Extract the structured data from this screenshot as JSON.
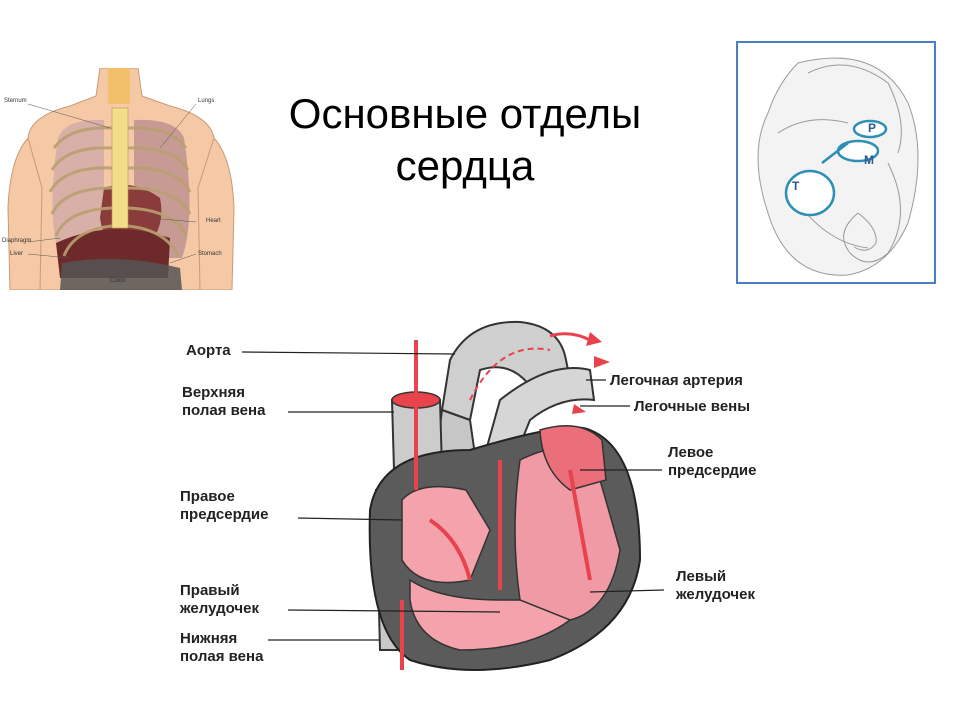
{
  "slide": {
    "title": "Основные отделы сердца"
  },
  "heart_labels": {
    "aorta": "Аорта",
    "superior_vena_cava_1": "Верхняя",
    "superior_vena_cava_2": "полая вена",
    "right_atrium_1": "Правое",
    "right_atrium_2": "предсердие",
    "right_ventricle_1": "Правый",
    "right_ventricle_2": "желудочек",
    "inferior_vena_cava_1": "Нижняя",
    "inferior_vena_cava_2": "полая вена",
    "pulmonary_artery": "Легочная артерия",
    "pulmonary_veins": "Легочные вены",
    "left_atrium_1": "Левое",
    "left_atrium_2": "предсердие",
    "left_ventricle_1": "Левый",
    "left_ventricle_2": "желудочек"
  },
  "chest_labels": {
    "sternum": "Sternum",
    "lungs": "Lungs",
    "heart": "Heart",
    "diaphragm": "Diaphragm",
    "liver": "Liver",
    "stomach": "Stomach",
    "colon": "Colon"
  },
  "valve_labels": {
    "p": "Р",
    "m": "М",
    "t": "Т"
  },
  "colors": {
    "blood_red": "#e8434d",
    "chamber_pink": "#f4a3ad",
    "vessel_gray": "#cfcfcf",
    "muscle_dark": "#5b5b5b",
    "valve_blue": "#2c8fb3",
    "frame_blue": "#4a7ec2"
  }
}
